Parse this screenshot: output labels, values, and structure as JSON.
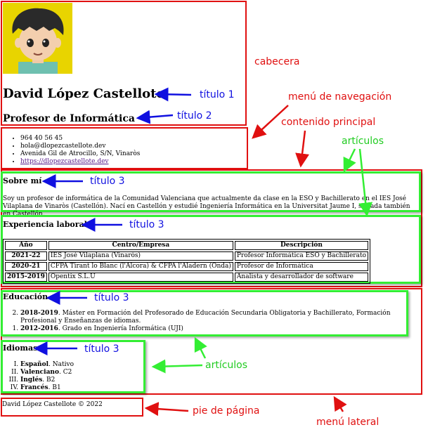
{
  "header": {
    "title1": "David López Castellote",
    "title2": "Profesor de Informática"
  },
  "contact": {
    "phone": "964 40 56 45",
    "email": "hola@dlopezcastellote.dev",
    "address": "Avenida Gil de Atrocillo, S/N, Vinaròs",
    "website": "https://dlopezcastellote.dev"
  },
  "about": {
    "heading": "Sobre mí",
    "text": "Soy un profesor de informática de la Comunidad Valenciana que actualmente da clase en la ESO y Bachillerato en el IES José Vilaplana de Vinaròs (Castellón). Nací en Castellón y estudié Ingeniería Informática en la Universitat Jaume I, situada también en Castellón."
  },
  "experience": {
    "heading": "Experiencia laboral",
    "columns": [
      "Año",
      "Centro/Empresa",
      "Descripción"
    ],
    "rows": [
      [
        "2021-22",
        "IES José Vilaplana (Vinaròs)",
        "Profesor Informática ESO y Bachillerato"
      ],
      [
        "2020-21",
        "CFPA Tirant lo Blanc (l'Alcora) & CFPA l'Aladern (Onda)",
        "Profesor de Informática"
      ],
      [
        "2015-2019",
        "Opentix S.L.U",
        "Analista y desarrollador de software"
      ]
    ]
  },
  "education": {
    "heading": "Educación",
    "items": [
      {
        "year": "2018-2019",
        "text": ". Máster en Formación del Profesorado de Educación Secundaria Obligatoria y Bachillerato, Formación Profesional y Enseñanzas de idiomas."
      },
      {
        "year": "2012-2016",
        "text": ". Grado en Ingeniería Informática (UJI)"
      }
    ]
  },
  "languages": {
    "heading": "Idiomas",
    "items": [
      {
        "name": "Español",
        "level": ". Nativo"
      },
      {
        "name": "Valenciano",
        "level": ". C2"
      },
      {
        "name": "Inglés",
        "level": ". B2"
      },
      {
        "name": "Francés",
        "level": ". B1"
      }
    ]
  },
  "footer": {
    "text": "David López Castellote © 2022"
  },
  "annotations": {
    "cabecera": "cabecera",
    "menu_navegacion": "menú de navegación",
    "contenido_principal": "contenido principal",
    "articulos_top": "artículos",
    "articulos_bottom": "artículos",
    "titulo1": "título 1",
    "titulo2": "título 2",
    "titulo3_a": "título 3",
    "titulo3_b": "título 3",
    "titulo3_c": "título 3",
    "titulo3_d": "título 3",
    "pie_pagina": "pie de página",
    "menu_lateral": "menú lateral"
  },
  "colors": {
    "red": "#e01010",
    "green": "#33ee33",
    "blue": "#1010e0",
    "avatar_bg": "#e8d400"
  }
}
